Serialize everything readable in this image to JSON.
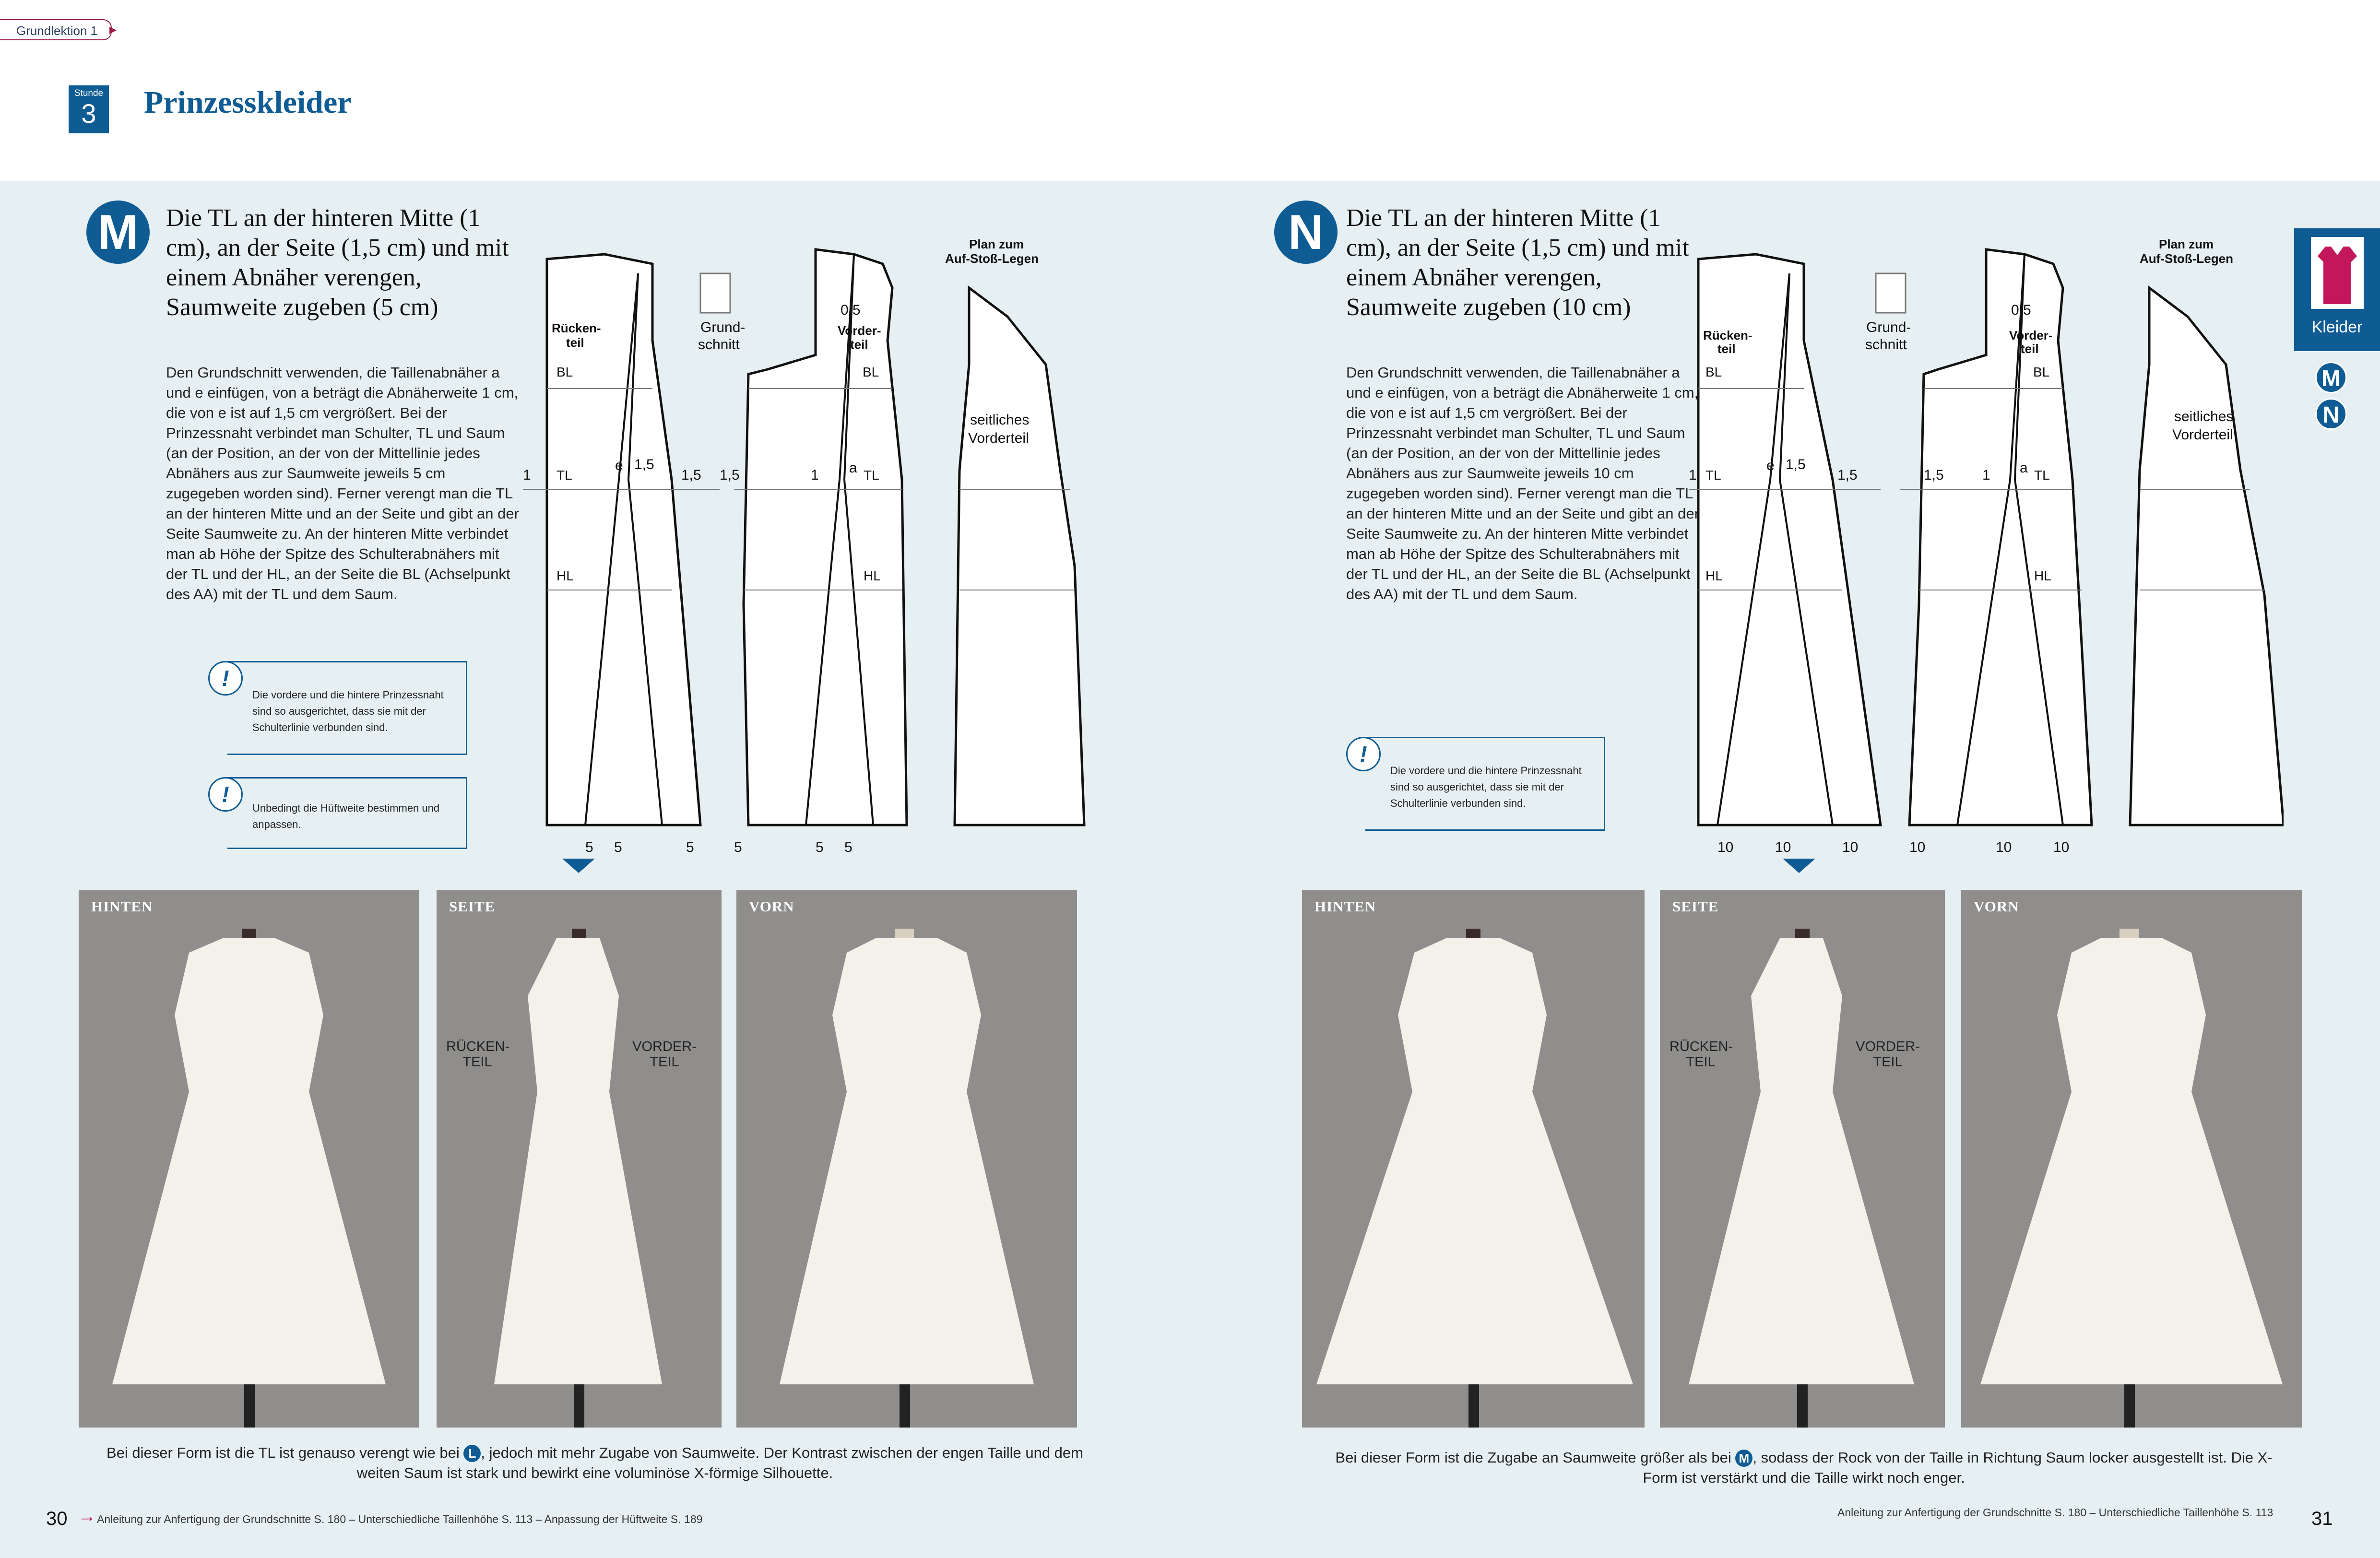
{
  "header": {
    "lesson_label": "Grundlektion",
    "lesson_number": "1",
    "stunde_label": "Stunde",
    "stunde_number": "3",
    "title": "Prinzesskleider"
  },
  "tab": {
    "label": "Kleider",
    "markers": [
      "M",
      "N"
    ]
  },
  "sectionM": {
    "letter": "M",
    "title": "Die TL an der hinteren Mitte (1 cm), an der Seite (1,5 cm) und mit einem Abnäher verengen, Saumweite zugeben (5 cm)",
    "body": "Den Grundschnitt verwenden, die Taillenabnäher a und e einfügen, von a beträgt die Abnäherweite 1 cm, die von e ist auf 1,5 cm vergrößert. Bei der Prinzessnaht verbindet man Schulter, TL und Saum (an der Position, an der von der Mittellinie jedes Abnähers aus zur Saumweite jeweils 5 cm zugegeben worden sind). Ferner verengt man die TL an der hinteren Mitte und an der Seite und gibt an der Seite Saumweite zu. An der hinteren Mitte verbindet man ab Höhe der Spitze des Schulterabnähers mit der TL und der HL, an der Seite die BL (Achselpunkt des AA) mit der TL und dem Saum.",
    "tip1": "Die vordere und die hintere Prinzessnaht sind so ausgerichtet, dass sie mit der Schulterlinie verbunden sind.",
    "tip2": "Unbedingt die Hüftweite bestimmen und anpassen.",
    "hem_values": [
      "5",
      "5",
      "5",
      "5",
      "5",
      "5"
    ],
    "caption_before": "Bei dieser Form ist die TL ist genauso verengt wie bei ",
    "caption_ref": "L",
    "caption_after": ", jedoch mit mehr Zugabe von Saumweite. Der Kontrast zwischen der engen Taille und dem weiten Saum ist stark und bewirkt eine voluminöse X-förmige Silhouette."
  },
  "sectionN": {
    "letter": "N",
    "title": "Die TL an der hinteren Mitte (1 cm), an der Seite (1,5 cm) und mit einem Abnäher verengen, Saumweite zugeben (10 cm)",
    "body": "Den Grundschnitt verwenden, die Taillenabnäher a und e einfügen, von a beträgt die Abnäherweite 1 cm, die von e ist auf 1,5 cm vergrößert. Bei der Prinzessnaht verbindet man Schulter, TL und Saum (an der Position, an der von der Mittellinie jedes Abnähers aus zur Saumweite jeweils 10 cm zugegeben worden sind). Ferner verengt man die TL an der hinteren Mitte und an der Seite und gibt an der Seite Saumweite zu. An der hinteren Mitte verbindet man ab Höhe der Spitze des Schulterabnähers mit der TL und der HL, an der Seite die BL (Achselpunkt des AA) mit der TL und dem Saum.",
    "tip1": "Die vordere und die hintere Prinzessnaht sind so ausgerichtet, dass sie mit der Schulterlinie verbunden sind.",
    "hem_values": [
      "10",
      "10",
      "10",
      "10",
      "10",
      "10"
    ],
    "caption_before": "Bei dieser Form ist die Zugabe an Saumweite größer als bei ",
    "caption_ref": "M",
    "caption_after": ", sodass der Rock von der Taille in Richtung Saum locker ausgestellt ist. Die X-Form ist verstärkt und die Taille wirkt noch enger."
  },
  "diagram": {
    "back_label": "Rücken-\nteil",
    "back_l1": "Rücken-",
    "back_l2": "teil",
    "front_l1": "Vorder-",
    "front_l2": "teil",
    "grund_l1": "Grund-",
    "grund_l2": "schnitt",
    "plan_l1": "Plan zum",
    "plan_l2": "Auf-Stoß-Legen",
    "side_l1": "seitliches",
    "side_l2": "Vorderteil",
    "bl": "BL",
    "tl": "TL",
    "hl": "HL",
    "e": "e",
    "a": "a",
    "one": "1",
    "one_five": "1,5",
    "zero_five": "0,5"
  },
  "photos": {
    "hinten": "HINTEN",
    "seite": "SEITE",
    "vorn": "VORN",
    "back_part_l1": "RÜCKEN-",
    "back_part_l2": "TEIL",
    "front_part_l1": "VORDER-",
    "front_part_l2": "TEIL"
  },
  "footer": {
    "left_page": "30",
    "left_text": "Anleitung zur Anfertigung der Grundschnitte S. 180 – Unterschiedliche Taillenhöhe S. 113 – Anpassung der Hüftweite S. 189",
    "right_text": "Anleitung zur Anfertigung der Grundschnitte S. 180 – Unterschiedliche Taillenhöhe S. 113",
    "right_page": "31"
  },
  "colors": {
    "accent": "#0f5c94",
    "magenta": "#c2185b",
    "photo_bg": "#8f8e8c",
    "page_bg": "#e6f0f2"
  }
}
